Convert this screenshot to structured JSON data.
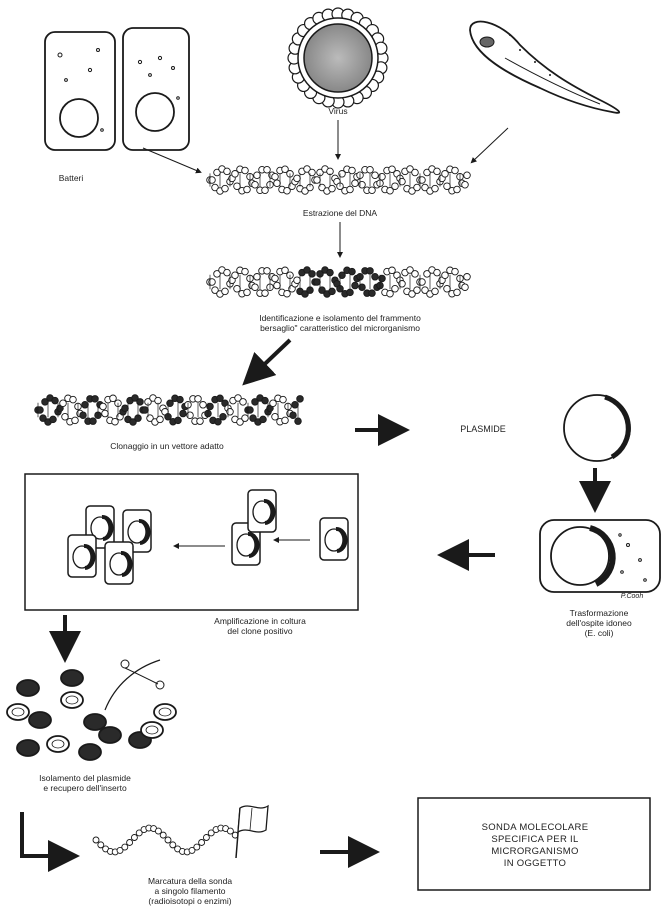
{
  "labels": {
    "batteri": "Batteri",
    "virus": "Virus",
    "estrazione": "Estrazione del DNA",
    "identificazione_1": "Identificazione e isolamento del frammento",
    "identificazione_2": "bersaglio\" caratteristico del microrganismo",
    "clonaggio": "Clonaggio in un vettore adatto",
    "plasmide": "PLASMIDE",
    "amplificazione_1": "Amplificazione in coltura",
    "amplificazione_2": "del clone positivo",
    "trasformazione_1": "Trasformazione",
    "trasformazione_2": "dell'ospite idoneo",
    "trasformazione_3": "(E. coli)",
    "isolamento_1": "Isolamento del plasmide",
    "isolamento_2": "e recupero dell'inserto",
    "marcatura_1": "Marcatura della sonda",
    "marcatura_2": "a singolo filamento",
    "marcatura_3": "(radioisotopi o enzimi)",
    "sonda_1": "SONDA MOLECOLARE",
    "sonda_2": "SPECIFICA PER IL",
    "sonda_3": "MICRORGANISMO",
    "sonda_4": "IN OGGETTO",
    "signature": "P.Cooh"
  },
  "colors": {
    "ink": "#1a1a1a",
    "paper": "#ffffff",
    "dark_fill": "#2a2a2a",
    "mid_fill": "#777777"
  }
}
